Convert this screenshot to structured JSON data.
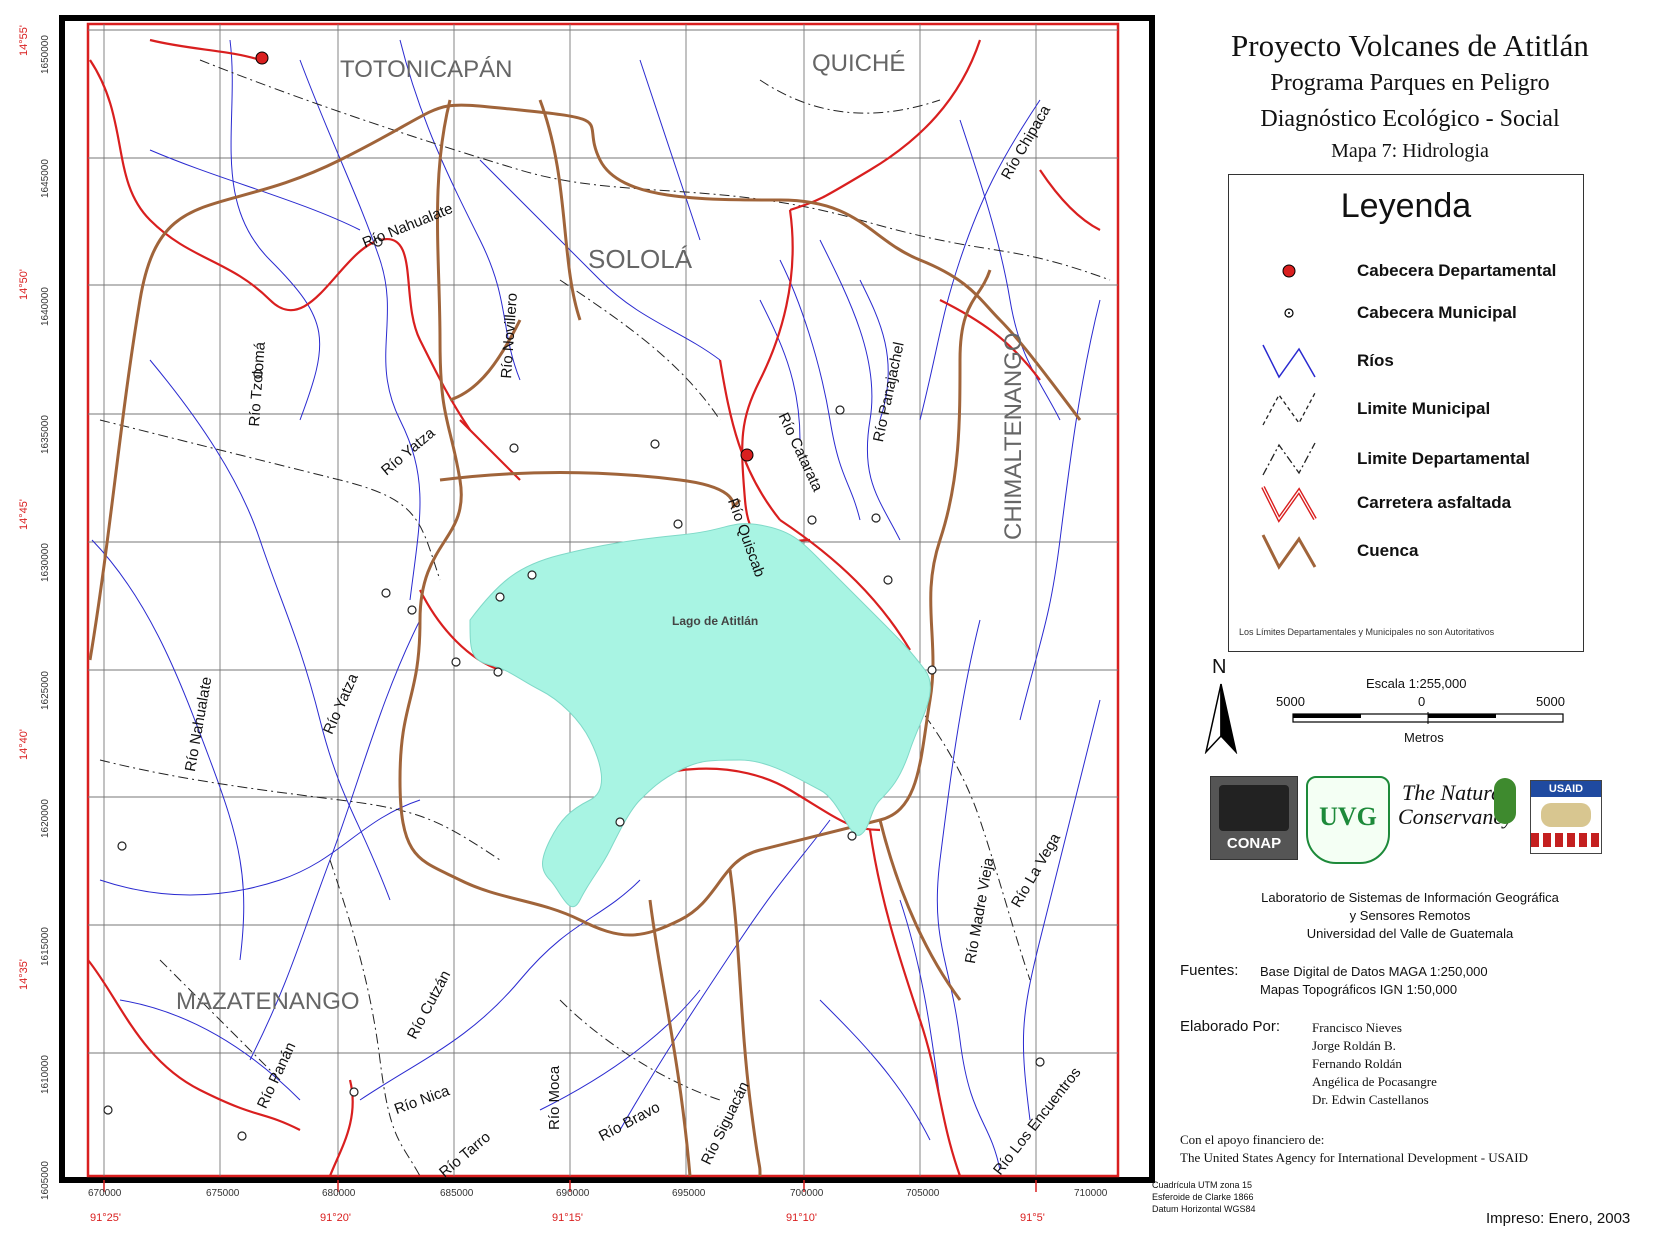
{
  "header": {
    "title": "Proyecto Volcanes de Atitlán",
    "line2": "Programa Parques en Peligro",
    "line3": "Diagnóstico Ecológico - Social",
    "line4": "Mapa 7: Hidrologia"
  },
  "legend": {
    "title": "Leyenda",
    "items": [
      {
        "label": "Cabecera Departamental",
        "symbol": "red-dot-icon"
      },
      {
        "label": "Cabecera Municipal",
        "symbol": "circle-dot-icon"
      },
      {
        "label": "Ríos",
        "symbol": "river-line-icon"
      },
      {
        "label": "Limite Municipal",
        "symbol": "dashed-line-icon"
      },
      {
        "label": "Limite Departamental",
        "symbol": "dashdot-line-icon"
      },
      {
        "label": "Carretera asfaltada",
        "symbol": "road-line-icon"
      },
      {
        "label": "Cuenca",
        "symbol": "basin-line-icon"
      }
    ],
    "note": "Los Límites Departamentales y Municipales no son Autoritativos"
  },
  "north_arrow": "N",
  "scale": {
    "title": "Escala 1:255,000",
    "left": "5000",
    "mid": "0",
    "right": "5000",
    "units": "Metros"
  },
  "logos": {
    "conap": "CONAP",
    "uvg": "UVG",
    "tnc_line1": "The Nature",
    "tnc_line2": "Conservancy",
    "usaid": "USAID"
  },
  "credits": {
    "lab1": "Laboratorio de Sistemas de Información Geográfica",
    "lab2": "y Sensores Remotos",
    "lab3": "Universidad del Valle de Guatemala",
    "fuentes_label": "Fuentes:",
    "fuentes1": "Base Digital de Datos MAGA 1:250,000",
    "fuentes2": "Mapas Topográficos IGN 1:50,000",
    "elab_label": "Elaborado Por:",
    "authors": [
      "Francisco Nieves",
      "Jorge Roldán B.",
      "Fernando Roldán",
      "Angélica de Pocasangre",
      "Dr. Edwin Castellanos"
    ],
    "support1": "Con el apoyo financiero de:",
    "support2": "The United States Agency for International Development - USAID",
    "proj1": "Cuadrícula UTM zona 15",
    "proj2": "Esferoide de Clarke 1866",
    "proj3": "Datum Horizontal WGS84",
    "printed": "Impreso: Enero, 2003"
  },
  "map": {
    "lake_label": "Lago de Atitlán",
    "departments": [
      "TOTONICAPÁN",
      "QUICHÉ",
      "SOLOLÁ",
      "CHIMALTENANGO",
      "MAZATENANGO"
    ],
    "rivers": [
      "Río Nahualate",
      "Río Novillero",
      "Río Chipaca",
      "Río Tzolomá",
      "Río Yatza",
      "Río Quiscab",
      "Río Catarata",
      "Río Panajachel",
      "Río Nahualate",
      "Río Yatza",
      "Río Madre Vieja",
      "Río La Vega",
      "Río Cutzán",
      "Río Panán",
      "Río Nica",
      "Río Tarro",
      "Río Moca",
      "Río Bravo",
      "Río Siguacán",
      "Río Los Encuentros"
    ],
    "utm_x": [
      "670000",
      "675000",
      "680000",
      "685000",
      "690000",
      "695000",
      "700000",
      "705000",
      "710000"
    ],
    "utm_y": [
      "1650000",
      "1645000",
      "1640000",
      "1635000",
      "1630000",
      "1625000",
      "1620000",
      "1615000",
      "1610000",
      "1605000"
    ],
    "lon": [
      "91°25'",
      "91°20'",
      "91°15'",
      "91°10'",
      "91°5'"
    ],
    "lat": [
      "14°55'",
      "14°50'",
      "14°45'",
      "14°40'",
      "14°35'"
    ]
  }
}
